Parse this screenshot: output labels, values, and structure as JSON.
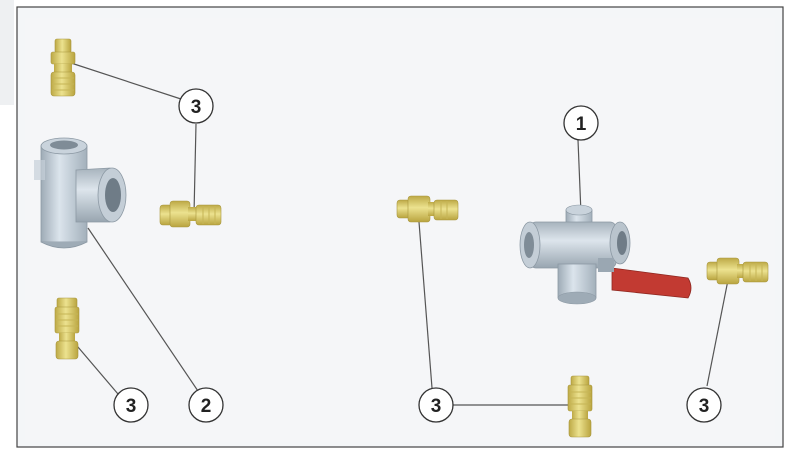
{
  "callouts": {
    "c1": "1",
    "c2": "2",
    "c3_top": "3",
    "c3_left": "3",
    "c3_mid": "3",
    "c3_right": "3"
  },
  "colors": {
    "brass_light": "#e9dd85",
    "brass": "#d8c862",
    "brass_dark": "#b3a03c",
    "steel_light": "#d9e2ea",
    "steel": "#b4c0ca",
    "steel_dark": "#8e9ba6",
    "handle": "#c23a32",
    "background": "#f4f6f8",
    "border": "#444444"
  }
}
